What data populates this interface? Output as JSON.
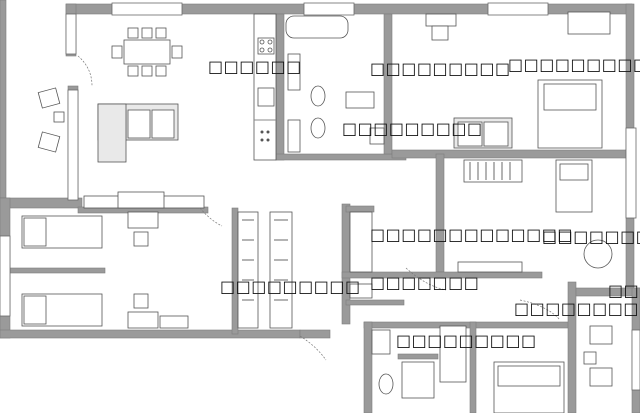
{
  "plan": {
    "rooms": [
      {
        "id": "kitchen-living",
        "label": "□□□□□□"
      },
      {
        "id": "bathroom",
        "label": "□□□□□□□□□"
      },
      {
        "id": "bedroom-1",
        "label": "□□□□□□□□□"
      },
      {
        "id": "hall",
        "label": "□□□□□□□□□"
      },
      {
        "id": "corridor",
        "label": "□□□□□□□□□□□□□"
      },
      {
        "id": "children-room",
        "label": "□□□□□□□□□"
      },
      {
        "id": "bedroom-2",
        "label": "□□□□□□□"
      },
      {
        "id": "wc",
        "label": "□□□□□□□"
      },
      {
        "id": "bathroom-2",
        "label": "□□□□□□□□□"
      },
      {
        "id": "bedroom-3",
        "label": "□□□□□□□□□"
      },
      {
        "id": "balcony",
        "label": "□□□"
      }
    ]
  }
}
